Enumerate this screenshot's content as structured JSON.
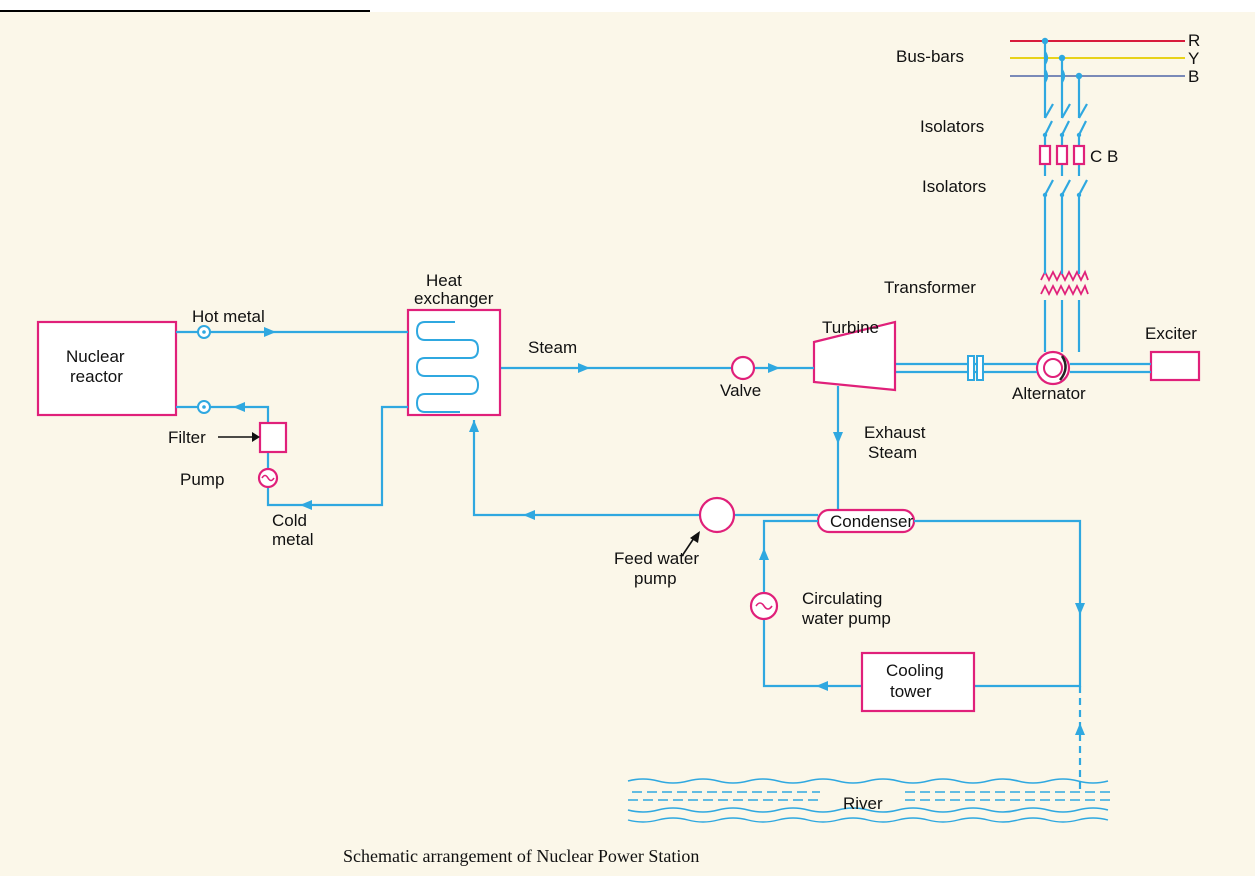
{
  "caption": "Schematic arrangement of Nuclear Power Station",
  "colors": {
    "pipe": "#2fa8e0",
    "component_outline": "#e0207a",
    "phase_r": "#d81b3c",
    "phase_y": "#e8d21a",
    "phase_b": "#7a8ab8",
    "background": "#fbf7e9"
  },
  "labels": {
    "phase_r": "R",
    "phase_y": "Y",
    "phase_b": "B",
    "bus_bars": "Bus-bars",
    "isolators_top": "Isolators",
    "circuit_breaker": "C B",
    "isolators_bottom": "Isolators",
    "transformer": "Transformer",
    "exciter": "Exciter",
    "alternator": "Alternator",
    "turbine": "Turbine",
    "valve": "Valve",
    "steam": "Steam",
    "heat_exchanger_1": "Heat",
    "heat_exchanger_2": "exchanger",
    "hot_metal": "Hot metal",
    "reactor_1": "Nuclear",
    "reactor_2": "reactor",
    "filter": "Filter",
    "pump": "Pump",
    "cold_metal_1": "Cold",
    "cold_metal_2": "metal",
    "exhaust_steam_1": "Exhaust",
    "exhaust_steam_2": "Steam",
    "condenser": "Condenser",
    "feed_water_pump_1": "Feed water",
    "feed_water_pump_2": "pump",
    "circulating_pump_1": "Circulating",
    "circulating_pump_2": "water pump",
    "cooling_tower_1": "Cooling",
    "cooling_tower_2": "tower",
    "river": "River"
  },
  "icons": [
    "arrow-icon",
    "valve-icon",
    "pump-icon",
    "turbine-icon",
    "alternator-icon",
    "transformer-icon",
    "isolator-icon",
    "circuit-breaker-icon",
    "coupling-icon"
  ]
}
